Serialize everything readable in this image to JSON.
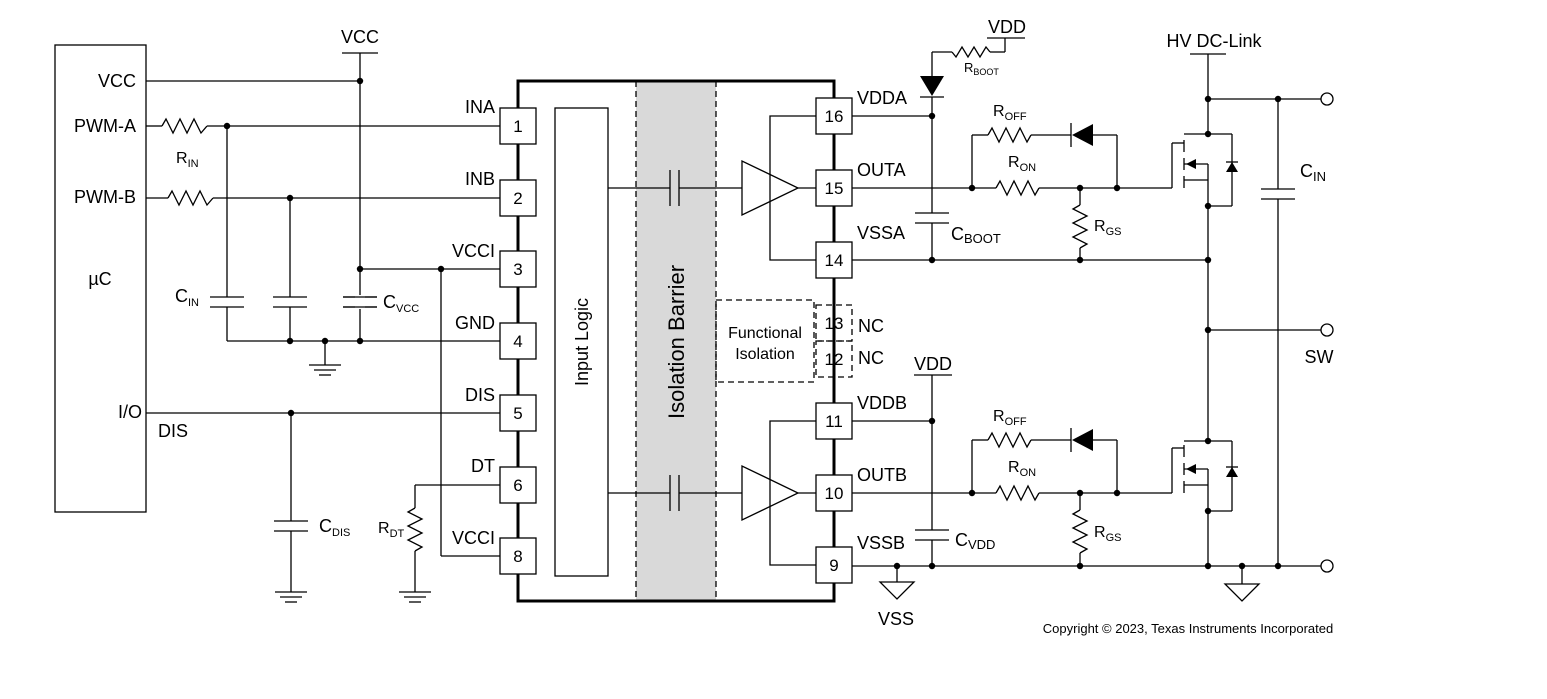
{
  "microcontroller": {
    "name": "µC",
    "pins": {
      "vcc": "VCC",
      "pwm_a": "PWM-A",
      "pwm_b": "PWM-B",
      "io": "I/O"
    },
    "dis_net": "DIS"
  },
  "rails": {
    "vcc_top": "VCC",
    "vdd_boot": "VDD",
    "vdd_low": "VDD",
    "hv": "HV DC-Link",
    "vss": "VSS",
    "sw": "SW"
  },
  "components": {
    "r_in": {
      "main": "R",
      "sub": "IN"
    },
    "c_in_left": {
      "main": "C",
      "sub": "IN"
    },
    "c_vcc": {
      "main": "C",
      "sub": "VCC"
    },
    "c_dis": {
      "main": "C",
      "sub": "DIS"
    },
    "r_dt": {
      "main": "R",
      "sub": "DT"
    },
    "r_boot": {
      "main": "R",
      "sub": "BOOT"
    },
    "c_boot": {
      "main": "C",
      "sub": "BOOT"
    },
    "c_vdd": {
      "main": "C",
      "sub": "VDD"
    },
    "r_off_a": {
      "main": "R",
      "sub": "OFF"
    },
    "r_on_a": {
      "main": "R",
      "sub": "ON"
    },
    "r_gs_a": {
      "main": "R",
      "sub": "GS"
    },
    "r_off_b": {
      "main": "R",
      "sub": "OFF"
    },
    "r_on_b": {
      "main": "R",
      "sub": "ON"
    },
    "r_gs_b": {
      "main": "R",
      "sub": "GS"
    },
    "c_in_right": {
      "main": "C",
      "sub": "IN"
    }
  },
  "ic": {
    "input_logic": "Input Logic",
    "isolation_barrier": "Isolation Barrier",
    "functional_isolation_1": "Functional",
    "functional_isolation_2": "Isolation",
    "pins_left": [
      {
        "num": "1",
        "name": "INA"
      },
      {
        "num": "2",
        "name": "INB"
      },
      {
        "num": "3",
        "name": "VCCI"
      },
      {
        "num": "4",
        "name": "GND"
      },
      {
        "num": "5",
        "name": "DIS"
      },
      {
        "num": "6",
        "name": "DT"
      },
      {
        "num": "8",
        "name": "VCCI"
      }
    ],
    "pins_right": [
      {
        "num": "16",
        "name": "VDDA"
      },
      {
        "num": "15",
        "name": "OUTA"
      },
      {
        "num": "14",
        "name": "VSSA"
      },
      {
        "num": "13",
        "name": "NC"
      },
      {
        "num": "12",
        "name": "NC"
      },
      {
        "num": "11",
        "name": "VDDB"
      },
      {
        "num": "10",
        "name": "OUTB"
      },
      {
        "num": "9",
        "name": "VSSB"
      }
    ]
  },
  "copyright": "Copyright © 2023, Texas Instruments Incorporated"
}
